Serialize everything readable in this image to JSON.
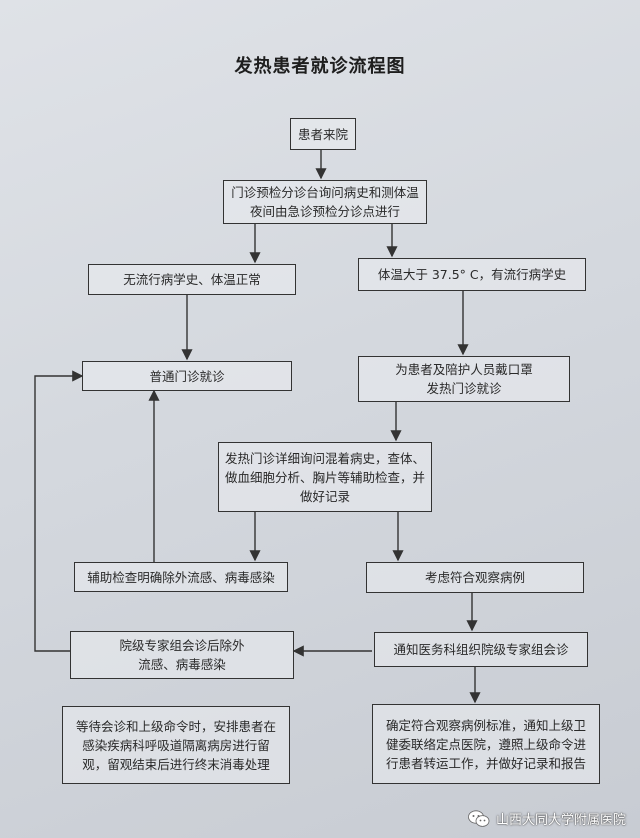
{
  "title": "发热患者就诊流程图",
  "nodes": {
    "arrival": [
      "患者来院"
    ],
    "triage": [
      "门诊预检分诊台询问病史和测体温",
      "夜间由急诊预检分诊点进行"
    ],
    "no_history": [
      "无流行病学史、体温正常"
    ],
    "fever_history": [
      "体温大于 37.5° C，有流行病学史"
    ],
    "general_clinic": [
      "普通门诊就诊"
    ],
    "mask_fever_clinic": [
      "为患者及陪护人员戴口罩",
      "发热门诊就诊"
    ],
    "fever_clinic_exam": [
      "发热门诊详细询问混着病史，查体、",
      "做血细胞分析、胸片等辅助检查，并",
      "做好记录"
    ],
    "excluded": [
      "辅助检查明确除外流感、病毒感染"
    ],
    "observation": [
      "考虑符合观察病例"
    ],
    "expert_excluded": [
      "院级专家组会诊后除外",
      "流感、病毒感染"
    ],
    "notify_medical": [
      "通知医务科组织院级专家组会诊"
    ],
    "isolation": [
      "等待会诊和上级命令时，安排患者在",
      "感染疾病科呼吸道隔离病房进行留",
      "观，留观结束后进行终末消毒处理"
    ],
    "confirm": [
      "确定符合观察病例标准，通知上级卫",
      "健委联络定点医院，遵照上级命令进",
      "行患者转运工作，并做好记录和报告"
    ]
  },
  "watermark": "山西大同大学附属医院",
  "watermark_icon": "wechat-icon"
}
